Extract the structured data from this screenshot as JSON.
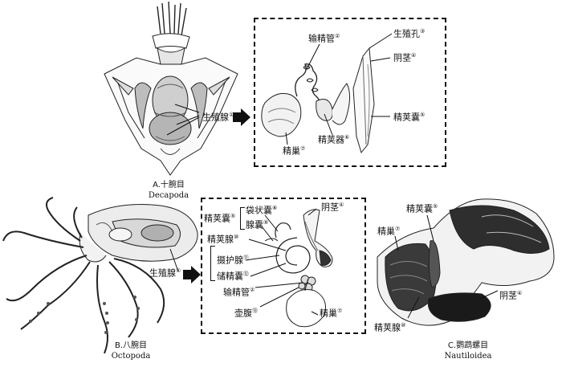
{
  "panel_a": {
    "caption_cn": "A.十腕目",
    "caption_latin": "Decapoda",
    "gonad_label": "生殖腺",
    "gonad_num": "①",
    "inset": {
      "vas_deferens": "输精管",
      "vas_deferens_num": "②",
      "genital_pore": "生殖孔",
      "genital_pore_num": "③",
      "penis": "阴茎",
      "penis_num": "④",
      "spermatophore_sac": "精荚囊",
      "spermatophore_sac_num": "⑤",
      "spermatophoric_organ": "精荚器",
      "spermatophoric_organ_num": "⑥",
      "testis": "精巢",
      "testis_num": "⑦"
    }
  },
  "panel_b": {
    "caption_cn": "B.八腕目",
    "caption_latin": "Octopoda",
    "gonad_label": "生殖腺",
    "gonad_num": "①",
    "inset": {
      "spermatophore_sac": "精荚囊",
      "spermatophore_sac_num": "⑤",
      "pouch_sac": "袋状囊",
      "pouch_sac_num": "⑧",
      "gland_sac": "腺囊",
      "gland_sac_num": "⑨",
      "spermatophore_gland": "精荚腺",
      "spermatophore_gland_num": "⑩",
      "protective_gland": "摄护腺",
      "protective_gland_num": "⑪",
      "storage_sac": "储精囊",
      "storage_sac_num": "⑫",
      "vas_deferens": "输精管",
      "vas_deferens_num": "②",
      "ampulla": "壶腹",
      "ampulla_num": "⑬",
      "penis": "阴茎",
      "penis_num": "④",
      "testis": "精巢",
      "testis_num": "⑦"
    }
  },
  "panel_c": {
    "caption_cn": "C.鹦鹉螺目",
    "caption_latin": "Nautiloidea",
    "testis": "精巢",
    "testis_num": "⑦",
    "spermatophore_sac": "精荚囊",
    "spermatophore_sac_num": "⑤",
    "penis": "阴茎",
    "penis_num": "④",
    "spermatophore_gland": "精荚腺",
    "spermatophore_gland_num": "⑩"
  },
  "colors": {
    "ink": "#111111",
    "shade": "#9a9a9a",
    "dark": "#2a2a2a"
  }
}
